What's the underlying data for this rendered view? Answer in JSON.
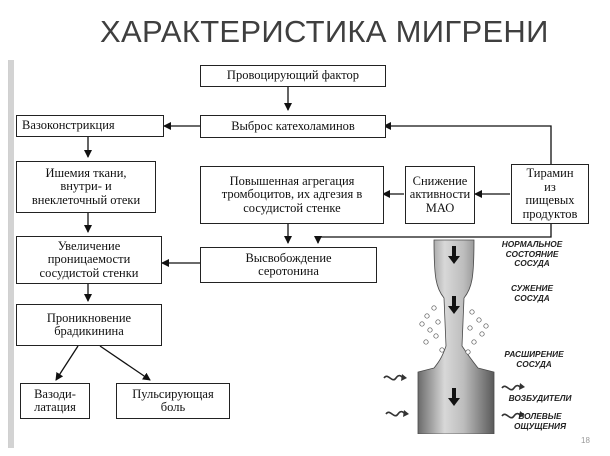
{
  "slide": {
    "title": "ХАРАКТЕРИСТИКА МИГРЕНИ",
    "page_number": "18"
  },
  "diagram": {
    "nodes": {
      "trigger": "Провоцирующий фактор",
      "catecholamines": "Выброс катехоламинов",
      "vasoconstriction": "Вазоконстрикция",
      "ischemia": "Ишемия ткани,\nвнутри- и\nвнеклеточный отеки",
      "aggregation": "Повышенная агрегация\nтромбоцитов, их адгезия в\nсосудистой стенке",
      "mao": "Снижение\nактивности\nМАО",
      "tyramine": "Тирамин\nиз\nпищевых\nпродуктов",
      "permeability": "Увеличение\nпроницаемости\nсосудистой стенки",
      "serotonin": "Высвобождение\nсеротонина",
      "bradykinin": "Проникновение\nбрадикинина",
      "vasodilation": "Вазоди-\nлатация",
      "pulsating_pain": "Пульсирующая\nболь"
    },
    "vessel_labels": {
      "normal": "НОРМАЛЬНОЕ\nСОСТОЯНИЕ\nСОСУДА",
      "narrowing": "СУЖЕНИЕ\nСОСУДА",
      "dilation": "РАСШИРЕНИЕ\nСОСУДА",
      "stimulants": "ВОЗБУДИТЕЛИ",
      "pain": "БОЛЕВЫЕ\nОЩУЩЕНИЯ"
    }
  }
}
